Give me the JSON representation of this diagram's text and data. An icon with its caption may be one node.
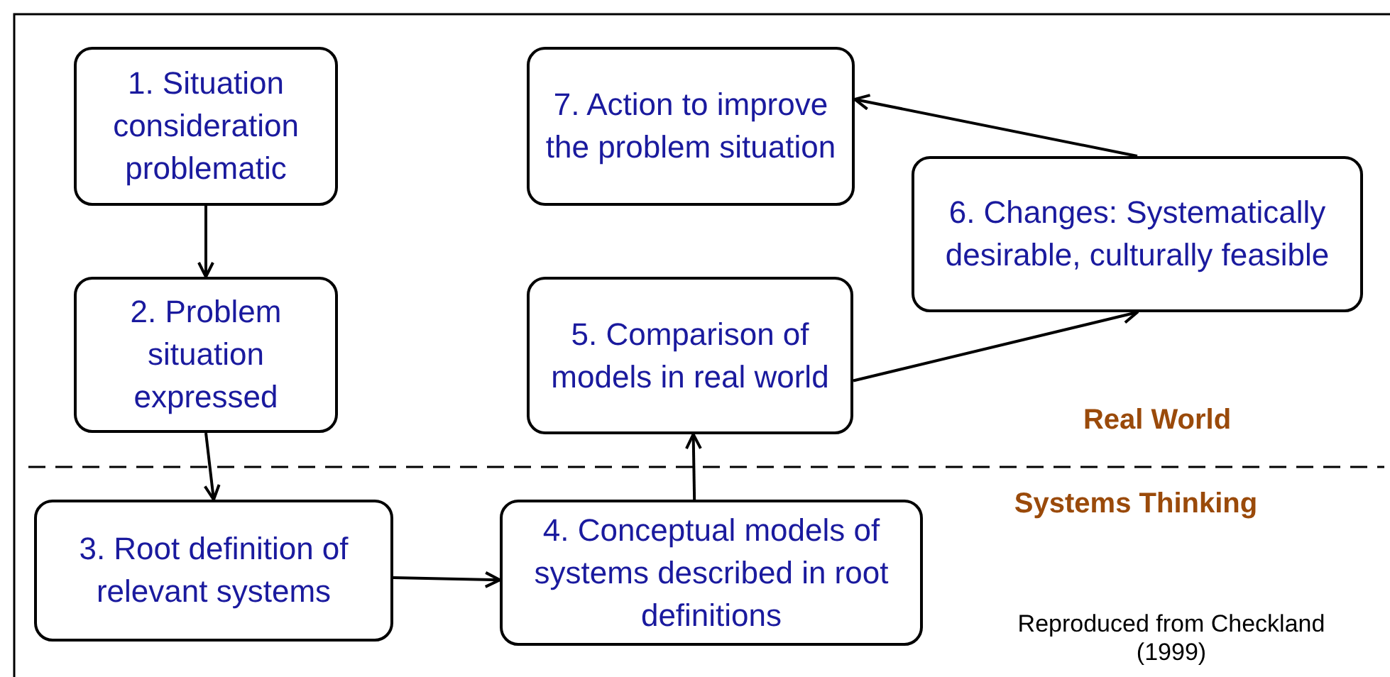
{
  "diagram": {
    "nodes": [
      {
        "text": [
          "1. Situation consideration problematic"
        ]
      },
      {
        "text": [
          "2. Problem situation expressed"
        ]
      },
      {
        "text": [
          "3. Root definition of relevant systems"
        ]
      },
      {
        "text": [
          "4. Conceptual models of systems described in root definitions"
        ]
      },
      {
        "text": [
          "5. Comparison of models in real world"
        ]
      },
      {
        "text": [
          "6. Changes: Systematically desirable, culturally feasible"
        ]
      },
      {
        "text": [
          "7. Action to improve the problem situation"
        ]
      }
    ],
    "edges": [
      {
        "from": 0,
        "to": 1,
        "arrow": "to"
      },
      {
        "from": 1,
        "to": 2,
        "arrow": "to"
      },
      {
        "from": 2,
        "to": 3,
        "arrow": "to"
      },
      {
        "from": 3,
        "to": 4,
        "arrow": "to"
      },
      {
        "from": 4,
        "to": 5,
        "arrow": "to"
      },
      {
        "from": 5,
        "to": 6,
        "arrow": "to"
      }
    ],
    "labels": [
      "Real World",
      "Systems Thinking",
      "Reproduced from Checkland (1999)"
    ]
  }
}
